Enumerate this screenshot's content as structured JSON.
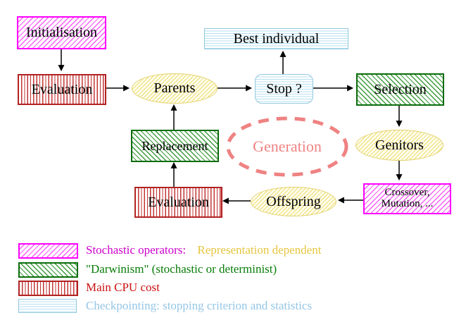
{
  "diagram": {
    "nodes": {
      "initialisation": {
        "label": "Initialisation"
      },
      "evaluation_top": {
        "label": "Evaluation"
      },
      "parents": {
        "label": "Parents"
      },
      "stop": {
        "label": "Stop ?"
      },
      "best_individual": {
        "label": "Best individual"
      },
      "selection": {
        "label": "Selection"
      },
      "genitors": {
        "label": "Genitors"
      },
      "crossover_mutation": {
        "line1": "Crossover,",
        "line2": "Mutation, ..."
      },
      "offspring": {
        "label": "Offspring"
      },
      "evaluation_bottom": {
        "label": "Evaluation"
      },
      "replacement": {
        "label": "Replacement"
      },
      "generation": {
        "label": "Generation"
      }
    },
    "legend": {
      "rows": [
        {
          "swatch": "magenta-hatch",
          "parts": [
            {
              "text": "Stochastic operators:",
              "color": "#cc00cc"
            },
            {
              "text": "Representation dependent",
              "color": "#e6c53e"
            }
          ]
        },
        {
          "swatch": "green-hatch",
          "parts": [
            {
              "text": "\"Darwinism\" (stochastic or determinist)",
              "color": "#077d07"
            }
          ]
        },
        {
          "swatch": "red-stripes",
          "parts": [
            {
              "text": "Main CPU cost",
              "color": "#cc1111"
            }
          ]
        },
        {
          "swatch": "cyan-stripes",
          "parts": [
            {
              "text": "Checkpointing: stopping criterion and statistics",
              "color": "#94c6e6"
            }
          ]
        }
      ]
    },
    "colors": {
      "magenta_border": "#ff00ff",
      "green_border": "#0a6b0a",
      "red_border": "#b22222",
      "cyan_border": "#93cade",
      "yellow_border": "#e2d26e",
      "generation_dash": "#ef8282",
      "arrow": "#000000"
    }
  }
}
